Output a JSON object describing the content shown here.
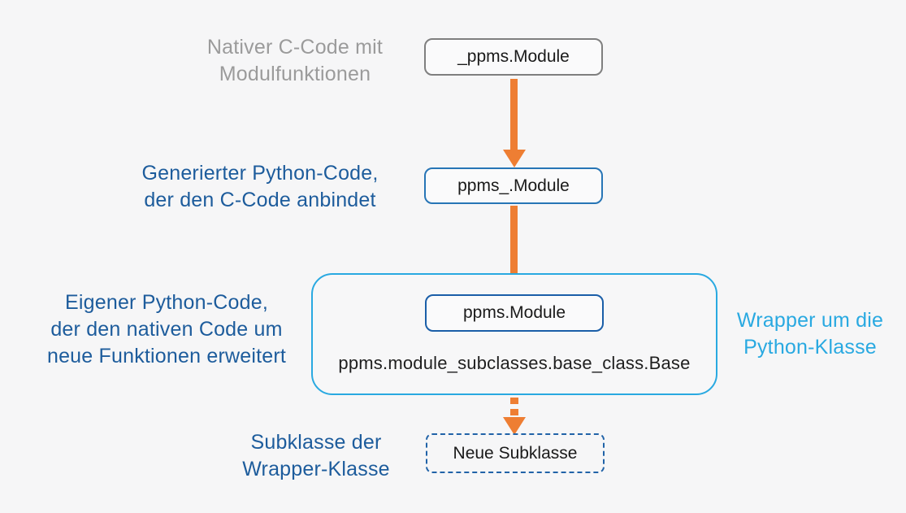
{
  "diagram": {
    "background_color": "#f6f6f7",
    "arrow_color": "#ee7e33",
    "labels": {
      "native": {
        "line1": "Nativer C-Code mit",
        "line2": "Modulfunktionen",
        "color": "#9b9b9b"
      },
      "generated": {
        "line1": "Generierter Python-Code,",
        "line2": "der den C-Code anbindet",
        "color": "#1d5c9c"
      },
      "own": {
        "line1": "Eigener Python-Code,",
        "line2": "der den nativen Code um",
        "line3": "neue Funktionen erweitert",
        "color": "#1d5c9c"
      },
      "wrapper": {
        "line1": "Wrapper um die",
        "line2": "Python-Klasse",
        "color": "#29a9e1"
      },
      "subclass": {
        "line1": "Subklasse der",
        "line2": "Wrapper-Klasse",
        "color": "#1d5c9c"
      }
    },
    "nodes": {
      "native_module": {
        "label": "_ppms.Module",
        "border_color": "#7f7f7f",
        "border_style": "solid"
      },
      "generated_module": {
        "label": "ppms_.Module",
        "border_color": "#2775b6",
        "border_style": "solid"
      },
      "wrapped_module": {
        "label": "ppms.Module",
        "border_color": "#1a5ea8",
        "border_style": "solid"
      },
      "base_class_path": {
        "label": "ppms.module_subclasses.base_class.Base"
      },
      "new_subclass": {
        "label": "Neue Subklasse",
        "border_color": "#2163a8",
        "border_style": "dashed"
      }
    },
    "wrapper_container_border_color": "#29a9e1"
  }
}
